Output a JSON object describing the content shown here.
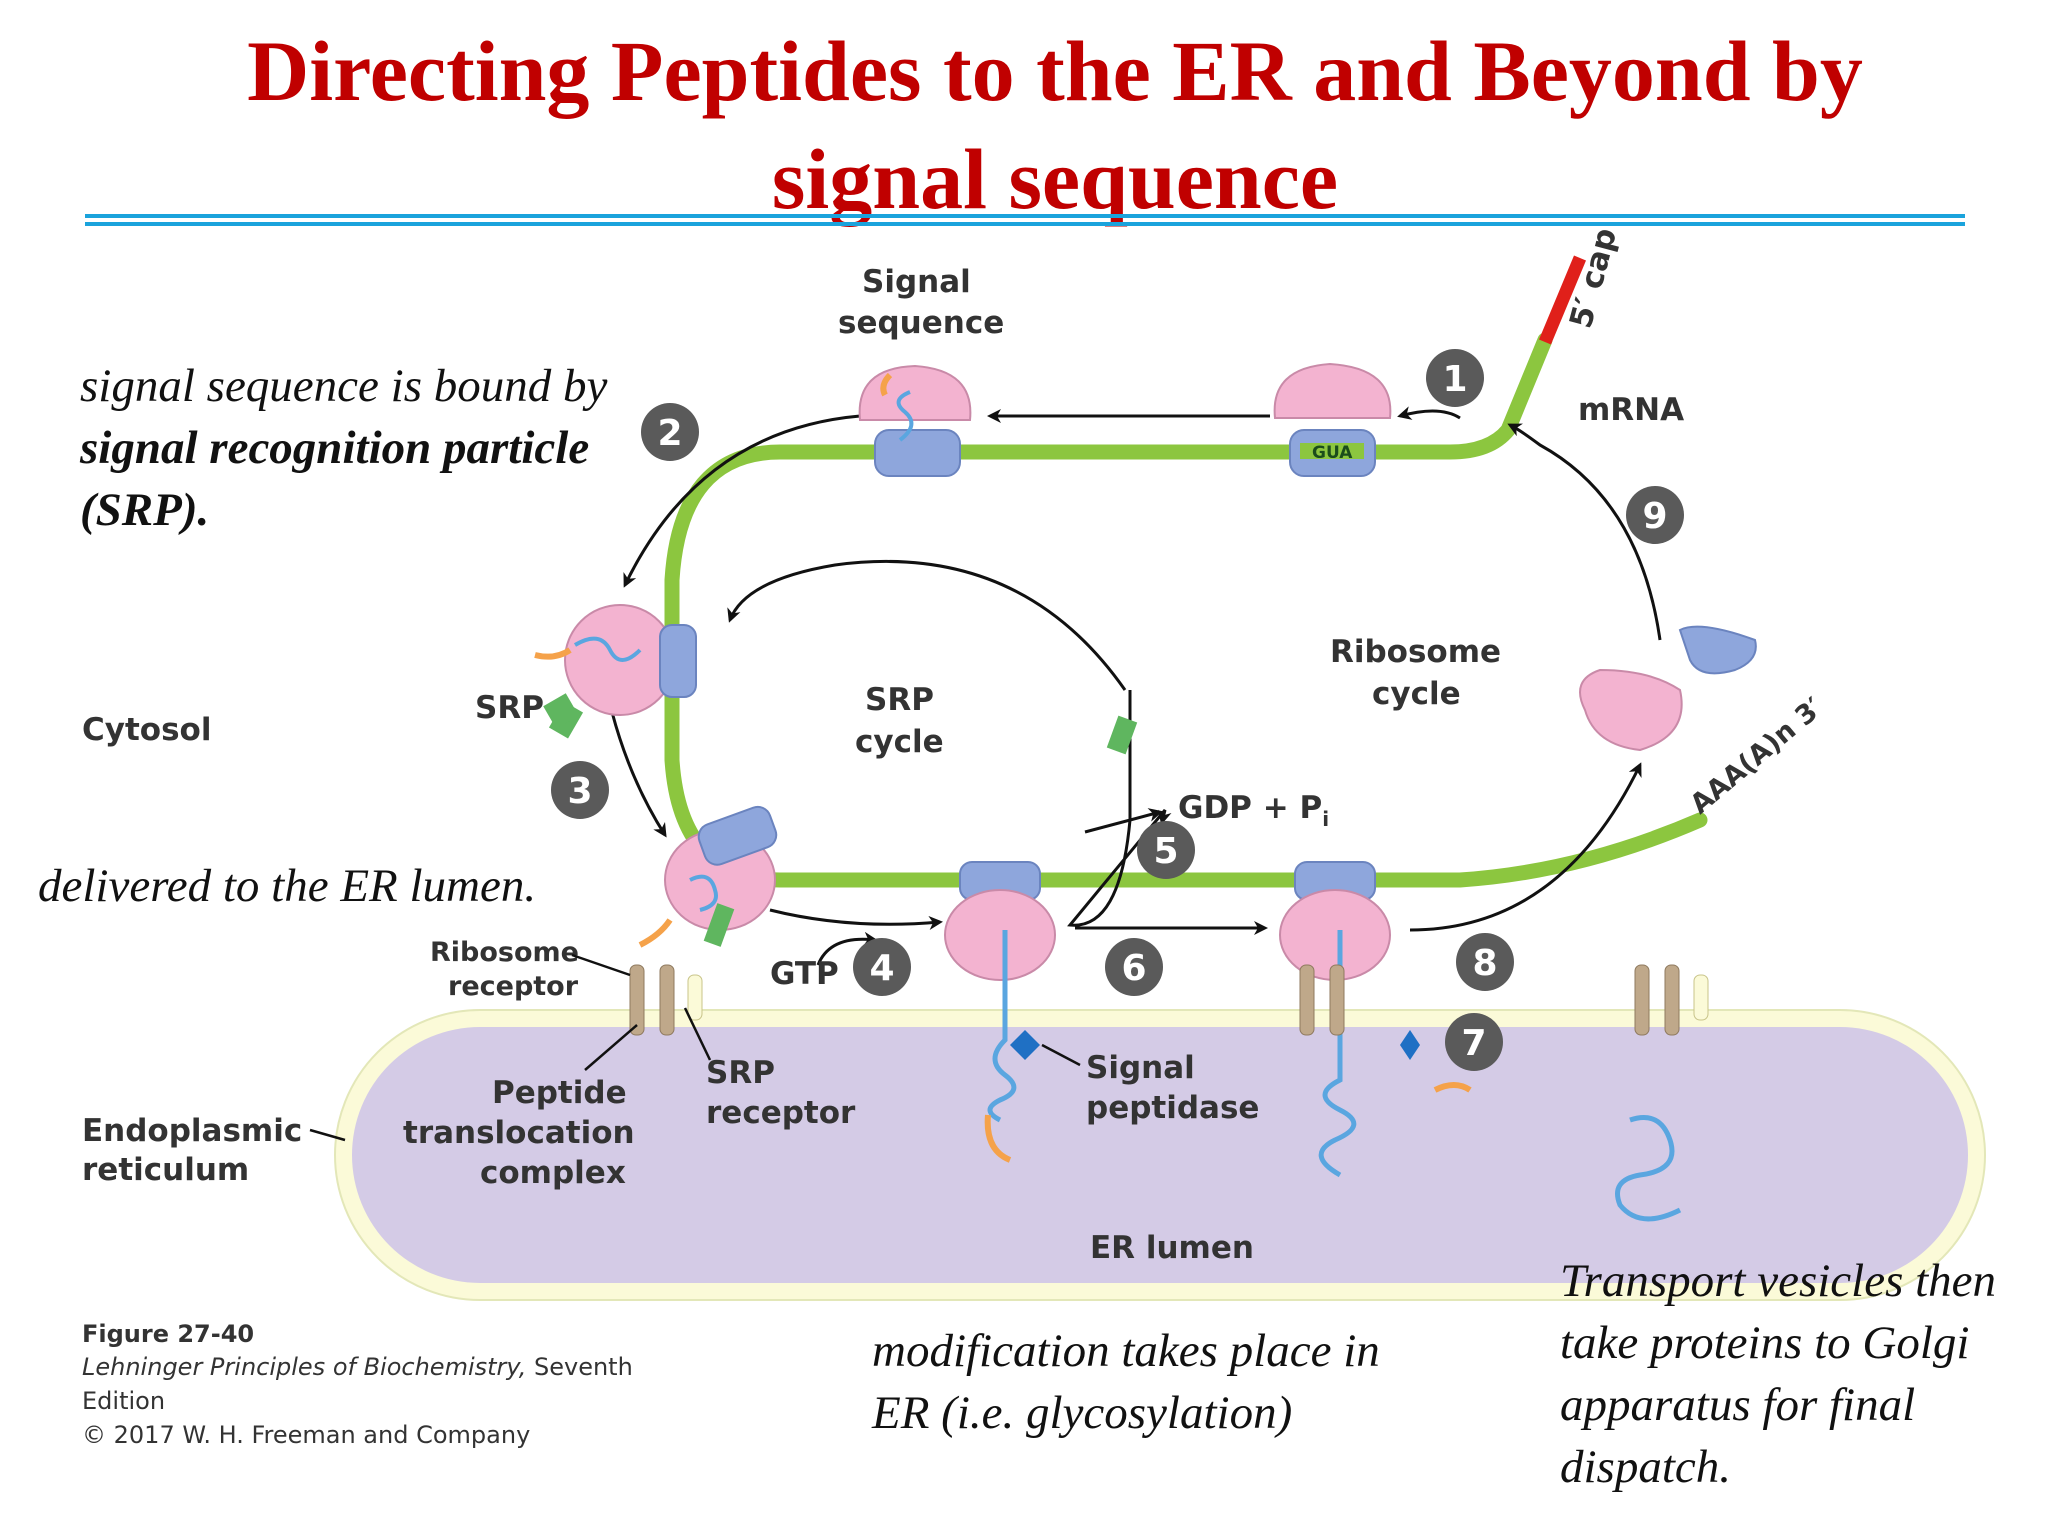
{
  "title": {
    "line1": "Directing Peptides to the ER and Beyond by",
    "line2": "signal sequence"
  },
  "colors": {
    "title": "#c00000",
    "rule": "#1aa3dc",
    "mrna": "#8cc63f",
    "cap": "#e0201a",
    "large_subunit": "#f3b3d0",
    "small_subunit": "#8ea6dc",
    "srp": "#5fb65f",
    "er_lumen": "#d4cbe6",
    "er_membrane": "#fbfad8",
    "peptide": "#5aa6e0",
    "signal_peptide": "#f5a24a"
  },
  "notes": {
    "srp_binding": {
      "text": "signal sequence is bound by ",
      "bold": "signal recognition particle (SRP)."
    },
    "delivery": "delivered to the ER lumen.",
    "modification": "modification takes place in ER (i.e. glycosylation)",
    "transport": "Transport vesicles then take proteins to Golgi apparatus for final dispatch."
  },
  "figure": {
    "labels": {
      "signal_sequence_1": "Signal",
      "signal_sequence_2": "sequence",
      "five_cap": "5′ cap",
      "mrna": "mRNA",
      "codon": "GUA",
      "ribosome_cycle_1": "Ribosome",
      "ribosome_cycle_2": "cycle",
      "srp_cycle_1": "SRP",
      "srp_cycle_2": "cycle",
      "srp": "SRP",
      "cytosol": "Cytosol",
      "gdp": "GDP + P",
      "gdp_sub": "i",
      "gtp": "GTP",
      "poly_a": "AAA(A)n 3′",
      "ribosome_receptor_1": "Ribosome",
      "ribosome_receptor_2": "receptor",
      "peptide_complex_1": "Peptide",
      "peptide_complex_2": "translocation",
      "peptide_complex_3": "complex",
      "srp_receptor_1": "SRP",
      "srp_receptor_2": "receptor",
      "signal_peptidase_1": "Signal",
      "signal_peptidase_2": "peptidase",
      "er_1": "Endoplasmic",
      "er_2": "reticulum",
      "er_lumen": "ER lumen"
    },
    "steps": [
      "1",
      "2",
      "3",
      "4",
      "5",
      "6",
      "7",
      "8",
      "9"
    ],
    "caption": {
      "number": "Figure 27-40",
      "book": "Lehninger Principles of Biochemistry,",
      "edition": " Seventh Edition",
      "copyright": "© 2017 W. H. Freeman and Company"
    }
  }
}
